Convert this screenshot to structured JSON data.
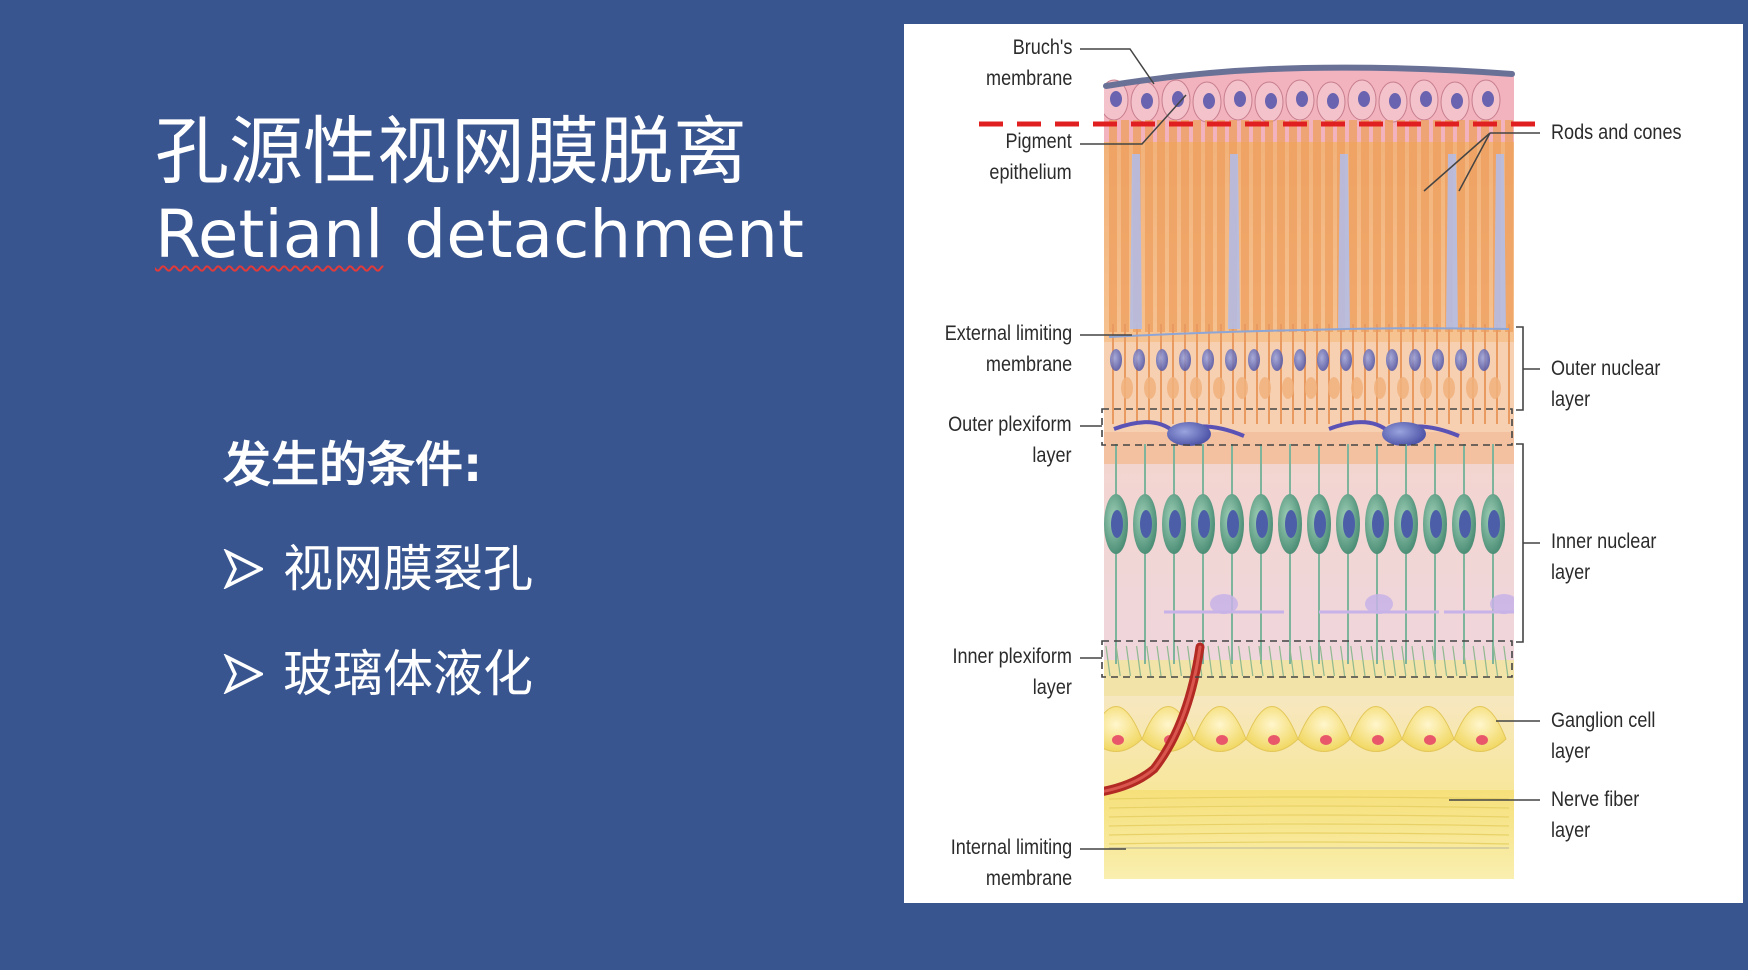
{
  "slide": {
    "title_zh": "孔源性视网膜脱离",
    "title_en_word1": "Retianl",
    "title_en_rest": " detachment",
    "conditions_heading": "发生的条件:",
    "bullets": [
      {
        "icon": "arrowhead-icon",
        "text": "视网膜裂孔"
      },
      {
        "icon": "arrowhead-icon",
        "text": "玻璃体液化"
      }
    ]
  },
  "diagram": {
    "labels_left": {
      "bruchs": [
        "Bruch's",
        "membrane"
      ],
      "pigment": [
        "Pigment",
        "epithelium"
      ],
      "external_limiting": [
        "External limiting",
        "membrane"
      ],
      "outer_plexiform": [
        "Outer plexiform",
        "layer"
      ],
      "inner_plexiform": [
        "Inner plexiform",
        "layer"
      ],
      "internal_limiting": [
        "Internal limiting",
        "membrane"
      ]
    },
    "labels_right": {
      "rods_cones": [
        "Rods and cones"
      ],
      "outer_nuclear": [
        "Outer nuclear",
        "layer"
      ],
      "inner_nuclear": [
        "Inner nuclear",
        "layer"
      ],
      "ganglion": [
        "Ganglion cell",
        "layer"
      ],
      "nerve_fiber": [
        "Nerve fiber",
        "layer"
      ]
    }
  },
  "colors": {
    "background": "#385590",
    "text": "#ffffff",
    "detachment_line": "#e02020",
    "spellcheck_underline": "#e03a3a"
  }
}
